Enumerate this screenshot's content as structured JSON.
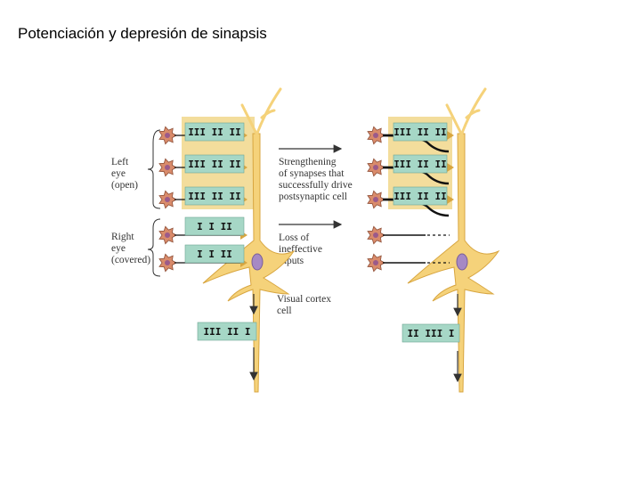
{
  "title": "Potenciación y depresión de sinapsis",
  "labels": {
    "left_eye": [
      "Left",
      "eye",
      "(open)"
    ],
    "right_eye": [
      "Right",
      "eye",
      "(covered)"
    ],
    "strengthening": [
      "Strengthening",
      "of synapses that",
      "successfully drive",
      "postsynaptic cell"
    ],
    "loss": [
      "Loss of",
      "ineffective",
      "inputs"
    ],
    "cortex": [
      "Visual cortex",
      "cell"
    ]
  },
  "spike_trains": {
    "left_input": "III  II  II",
    "right_input": "I   I   II",
    "left_output": "III  II  I",
    "right_output": "II  III  I"
  },
  "colors": {
    "neuron": "#f5d27a",
    "neuron_outline": "#d8a640",
    "strong_highlight": "#f3dd9c",
    "spike_box": "#a6d7c6",
    "input_cell": "#d98b6b",
    "input_nucleus": "#9b5a8a",
    "soma_nucleus": "#a689c4",
    "line": "#111111"
  }
}
